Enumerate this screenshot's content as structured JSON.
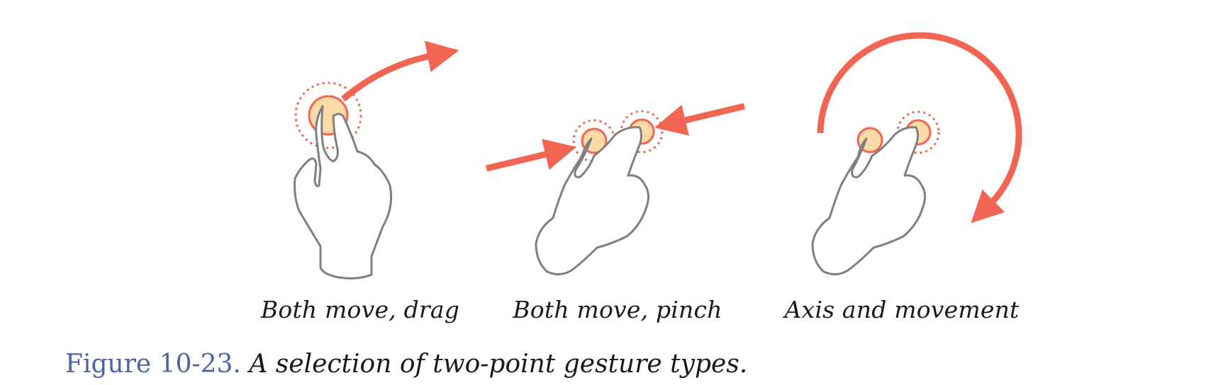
{
  "gestures": [
    {
      "label": "Both move, drag",
      "icon": "two-finger-drag-icon"
    },
    {
      "label": "Both move, pinch",
      "icon": "two-finger-pinch-icon"
    },
    {
      "label": "Axis and movement",
      "icon": "two-finger-rotate-icon"
    }
  ],
  "caption": {
    "number": "Figure 10-23.",
    "text": "A selection of two-point gesture types."
  },
  "colors": {
    "arrow": "#f26552",
    "touch_fill": "#fcd9a6",
    "touch_ring": "#f26552",
    "hand_outline": "#7f7f7f",
    "caption_number": "#4d63a8"
  }
}
